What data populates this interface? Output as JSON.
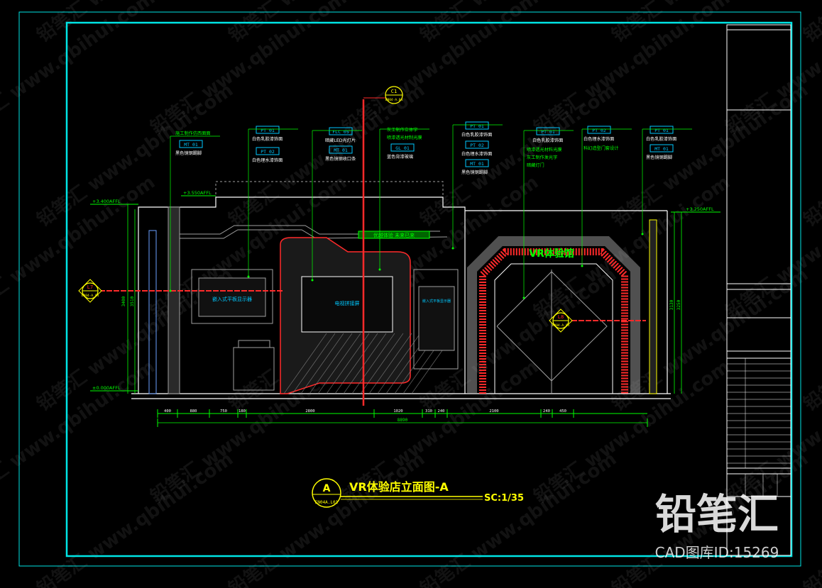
{
  "title_block": {
    "header": "",
    "rows": [
      "",
      "",
      "",
      "",
      "",
      ""
    ]
  },
  "callouts": [
    {
      "tag": "",
      "text": "施工制作仿西面面"
    },
    {
      "tag": "MT 01",
      "text": "黑色镜钢踢脚"
    },
    {
      "tag": "PT 01",
      "text": "白色乳胶漆饰面"
    },
    {
      "tag": "PT 02",
      "text": "白色理水漆饰面"
    },
    {
      "tag": "FLC 05",
      "text": "暗藏LED光灯片"
    },
    {
      "tag": "MT 01",
      "text": "黑色镜钢收口条"
    },
    {
      "tag": "",
      "text": "灰工制作立体字"
    },
    {
      "tag": "",
      "text": "喷漆透光材制光膜"
    },
    {
      "tag": "GL 01",
      "text": "蓝色背漆玻璃"
    },
    {
      "tag": "PT 01",
      "text": "白色乳胶漆饰面"
    },
    {
      "tag": "PT 02",
      "text": "白色理水漆饰面"
    },
    {
      "tag": "MT 01",
      "text": "黑色镜钢踢脚"
    },
    {
      "tag": "PT 01",
      "text": "白色乳胶漆饰面"
    },
    {
      "tag": "",
      "text": "喷漆透光材料光膜"
    },
    {
      "tag": "",
      "text": "灰工制作发光字"
    },
    {
      "tag": "",
      "text": "暗藏灯门"
    },
    {
      "tag": "PT 02",
      "text": "白色理水漆饰面"
    },
    {
      "tag": "",
      "text": "科幻造型门套设计"
    },
    {
      "tag": "PT 01",
      "text": "白色乳胶漆饰面"
    },
    {
      "tag": "MT 01",
      "text": "黑色镜钢踢脚"
    }
  ],
  "levels": {
    "left_top": "+3.400AFFL",
    "left_bottom": "±0.000AFFL",
    "mid_top": "+3.550AFFL",
    "right_top": "+3.250AFFL"
  },
  "dims_bottom": [
    "400",
    "880",
    "750",
    "180",
    "2800",
    "1020",
    "310",
    "240",
    "2100",
    "240",
    "450"
  ],
  "dim_total": "8890",
  "dims_left": [
    "3400",
    "3510"
  ],
  "dims_right": [
    "3130",
    "3250"
  ],
  "section_markers": {
    "top": {
      "num": "C1",
      "sheet": "EN04-A.04"
    },
    "left": {
      "num": "L7",
      "sheet": "EN04-A.04"
    },
    "right": {
      "num": "L8",
      "sheet": "EN04-A.04"
    }
  },
  "panels": {
    "left": "嵌入式平板显示器",
    "center": "电视拼接屏",
    "right": "嵌入式平板显示器"
  },
  "signs": {
    "arch": "VR体验馆",
    "strip": "优越体验 未来已来"
  },
  "drawing_title": {
    "circle_letter": "A",
    "circle_ref": "EN04A.L01",
    "title": "VR体验店立面图-A",
    "scale": "SC:1/35"
  },
  "watermark": {
    "logo": "铅笔汇",
    "subtitle": "CAD图库ID:15269",
    "pattern": "铅笔汇 www.qbihui.com"
  },
  "colors": {
    "frame": "#00e5e5",
    "callout": "#00c8ff",
    "green": "#00ff00",
    "yellow": "#ffff00",
    "red": "#ff2a2a",
    "white": "#ffffff",
    "grey": "#a0a0a0"
  }
}
